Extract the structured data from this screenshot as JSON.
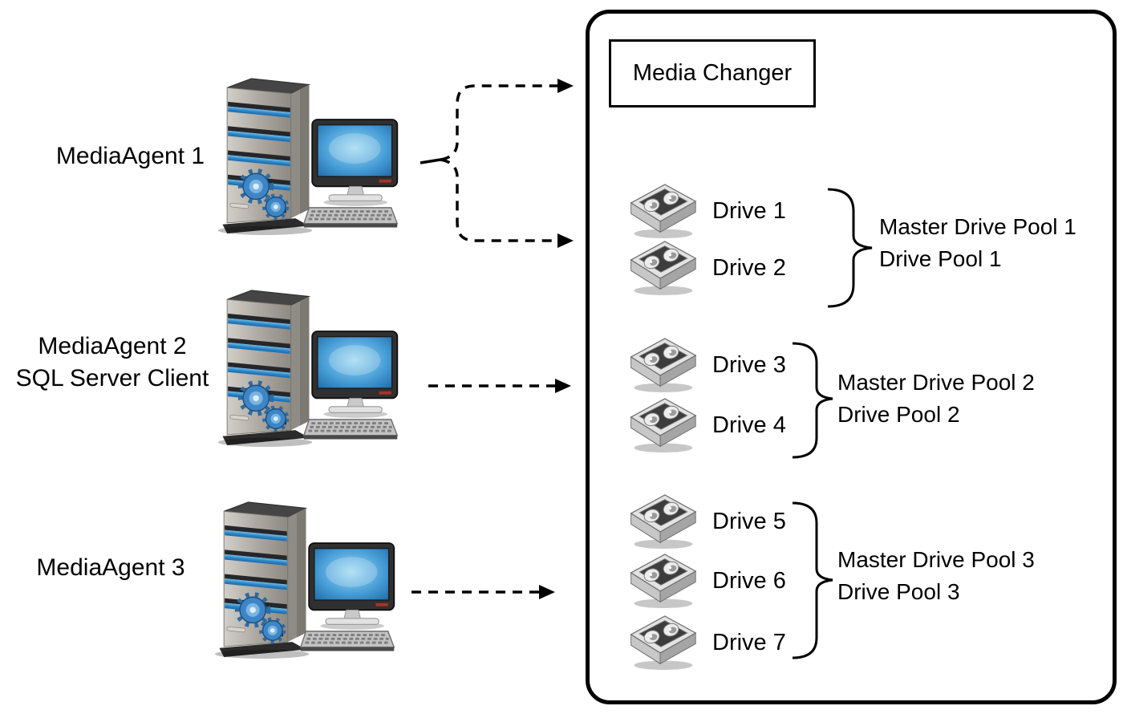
{
  "agents": [
    {
      "lines": [
        "MediaAgent 1"
      ]
    },
    {
      "lines": [
        "MediaAgent 2",
        "SQL Server Client"
      ]
    },
    {
      "lines": [
        "MediaAgent 3"
      ]
    }
  ],
  "library": {
    "media_changer": "Media Changer",
    "groups": [
      {
        "drives": [
          "Drive 1",
          "Drive 2"
        ],
        "pool": [
          "Master Drive Pool 1",
          "Drive Pool 1"
        ]
      },
      {
        "drives": [
          "Drive 3",
          "Drive 4"
        ],
        "pool": [
          "Master Drive Pool 2",
          "Drive Pool 2"
        ]
      },
      {
        "drives": [
          "Drive 5",
          "Drive 6",
          "Drive 7"
        ],
        "pool": [
          "Master Drive Pool 3",
          "Drive Pool 3"
        ]
      }
    ]
  },
  "connections": [
    {
      "from": "MediaAgent 1",
      "to": [
        "Media Changer",
        "Master Drive Pool 1"
      ],
      "style": "dashed-arrow"
    },
    {
      "from": "MediaAgent 2 / SQL Server Client",
      "to": [
        "Master Drive Pool 2"
      ],
      "style": "dashed-arrow"
    },
    {
      "from": "MediaAgent 3",
      "to": [
        "Master Drive Pool 3"
      ],
      "style": "dashed-arrow"
    }
  ],
  "icons": {
    "server_computer": "server-tower-with-monitor-and-keyboard",
    "tape_drive": "isometric-tape-drive-with-two-reels"
  },
  "colors": {
    "outline": "#000000",
    "background": "#ffffff",
    "screen_blue": "#2e86c8",
    "stripe_blue": "#3b9ad8",
    "gear_blue": "#3d85c6"
  }
}
